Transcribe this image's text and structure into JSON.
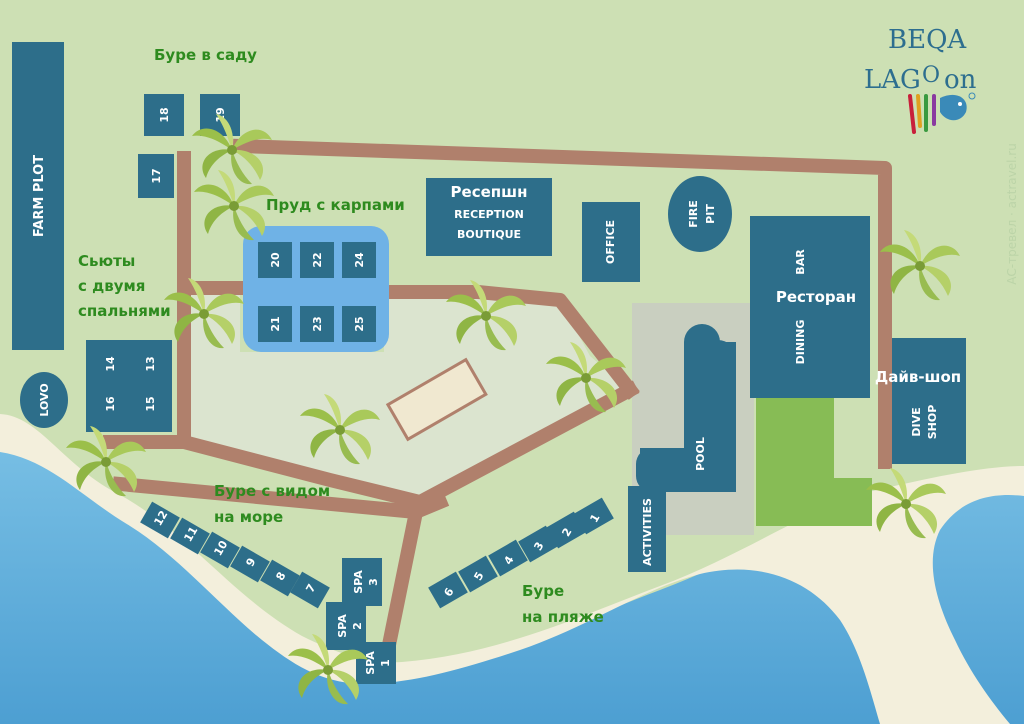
{
  "logo": {
    "line1": "BEQA",
    "line2_part1": "LAG",
    "line2_o": "O",
    "line2_part2": "on"
  },
  "watermark": "АС-тревел · actravel.ru",
  "areas": {
    "garden_bure": "Буре в саду",
    "carp_pond": "Пруд с карпами",
    "two_bedroom_suites": [
      "Сьюты",
      "с двумя",
      "спальнями"
    ],
    "ocean_view_bure": [
      "Буре с видом",
      "на море"
    ],
    "beach_bure": [
      "Буре",
      "на пляже"
    ],
    "reception_ru": "Ресепшн",
    "reception_en": "RECEPTION",
    "boutique": "BOUTIQUE",
    "restaurant": "Ресторан",
    "dive_shop_ru": "Дайв-шоп"
  },
  "buildings": {
    "farm_plot": "FARM PLOT",
    "lovo": "LOVO",
    "office": "OFFICE",
    "fire_pit": [
      "FIRE",
      "PIT"
    ],
    "dining": "DINING",
    "bar": "BAR",
    "dive_shop": [
      "DIVE",
      "SHOP"
    ],
    "pool": "POOL",
    "activities": "ACTIVITIES",
    "spa1": [
      "SPA",
      "1"
    ],
    "spa2": [
      "SPA",
      "2"
    ],
    "spa3": [
      "SPA",
      "3"
    ]
  },
  "bure_numbers": {
    "garden": [
      "17",
      "18",
      "19"
    ],
    "pond": [
      "20",
      "22",
      "24",
      "21",
      "23",
      "25"
    ],
    "suites": [
      "14",
      "13",
      "16",
      "15"
    ],
    "ocean_view": [
      "12",
      "11",
      "10",
      "9",
      "8",
      "7"
    ],
    "beach": [
      "6",
      "5",
      "4",
      "3",
      "2",
      "1"
    ]
  },
  "colors": {
    "grass": "#cde0b4",
    "path": "#b0806c",
    "building": "#2d6e8a",
    "sea": "#6cb6de",
    "sand": "#f3efdc",
    "pond": "#6fb2e6",
    "label_green": "#2e8b1f"
  }
}
